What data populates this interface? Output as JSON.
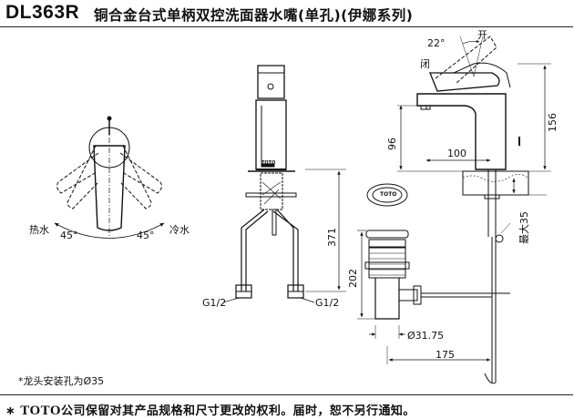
{
  "header": {
    "model": "DL363R",
    "title": "铜合金台式单柄双控洗面器水嘴(单孔)(伊娜系列)"
  },
  "top_view": {
    "hot_label": "热水",
    "cold_label": "冷水",
    "angle_left": "45°",
    "angle_right": "45°"
  },
  "side_view": {
    "angle": "22°",
    "open_label": "开",
    "closed_label": "闭",
    "dim_spout_reach": "100",
    "dim_spout_height": "96",
    "dim_total_height": "156",
    "dim_max_thickness": "最大35",
    "dim_drain_length": "175"
  },
  "front_view": {
    "dim_hose_length": "371",
    "thread_left": "G1/2",
    "thread_right": "G1/2",
    "logo_text": "TOTO"
  },
  "drain_view": {
    "cap_text": "TOTO",
    "dim_drain_height": "202",
    "dim_drain_diameter": "Ø31.75"
  },
  "notes": {
    "install_hole": "*龙头安装孔为Ø35",
    "footer_star": "∗",
    "footer_brand": "TOTO",
    "footer_text": "公司保留对其产品规格和尺寸更改的权利。届时，恕不另行通知。"
  }
}
